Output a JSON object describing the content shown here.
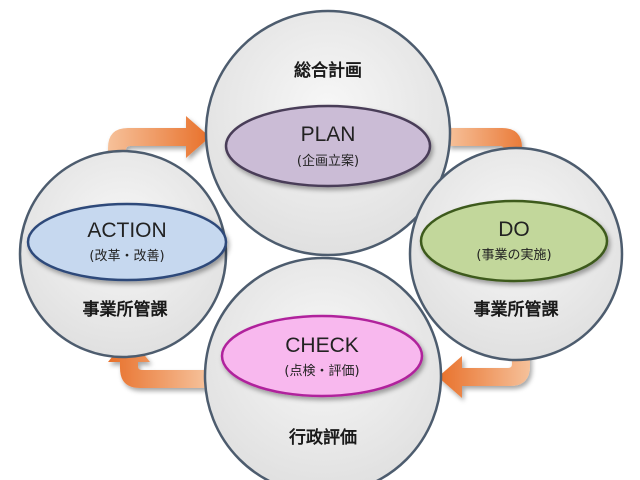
{
  "cycle": {
    "plan": {
      "owner": "総合計画",
      "title": "PLAN",
      "subtitle": "(企画立案)"
    },
    "do": {
      "owner": "事業所管課",
      "title": "DO",
      "subtitle": "(事業の実施)"
    },
    "check": {
      "owner": "行政評価",
      "title": "CHECK",
      "subtitle": "(点検・評価)"
    },
    "action": {
      "owner": "事業所管課",
      "title": "ACTION",
      "subtitle": "(改革・改善)"
    }
  },
  "colors": {
    "plan_fill": "#cbbcd6",
    "plan_stroke": "#4a3d58",
    "do_fill": "#c2d79b",
    "do_stroke": "#3e5a1c",
    "check_fill": "#f8b8ee",
    "check_stroke": "#b0209c",
    "action_fill": "#c6d8ef",
    "action_stroke": "#2d4a7a",
    "circle_fill": "#ececec",
    "circle_stroke": "#4d5c6e",
    "arrow": "#e9772c"
  }
}
